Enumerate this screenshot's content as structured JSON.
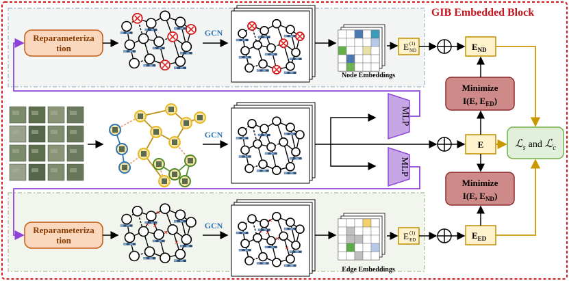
{
  "block_title": "GIB Embedded Block",
  "reparameterization_top": {
    "line1": "Reparameteriza",
    "line2": "tion"
  },
  "reparameterization_bottom": {
    "line1": "Reparameteriza",
    "line2": "tion"
  },
  "gcn_label": "GCN",
  "mlp_label": "MLP",
  "node_embeddings_caption": "Node Embeddings",
  "edge_embeddings_caption": "Edge Embeddings",
  "e_nd1": {
    "base": "E",
    "sup": "(1)",
    "sub": "ND"
  },
  "e_ed1": {
    "base": "E",
    "sup": "(1)",
    "sub": "ED"
  },
  "e_nd": {
    "base": "E",
    "sub": "ND"
  },
  "e_ed": {
    "base": "E",
    "sub": "ED"
  },
  "e_center": "E",
  "minimize_top": {
    "line1": "Minimize",
    "line2": "I(E, E",
    "sub": "ED",
    "close": ")"
  },
  "minimize_bottom": {
    "line1": "Minimize",
    "line2": "I(E, E",
    "sub": "ND",
    "close": ")"
  },
  "loss_box": {
    "l1": "ℒ",
    "s1": "s",
    "and": "and",
    "l2": "ℒ",
    "s2": "c"
  },
  "oplus": "⊕",
  "colors": {
    "block_border": "#d11b1b",
    "title": "#c4161c",
    "reparam_fill": "#f9d8bf",
    "reparam_stroke": "#c55a11",
    "gcn": "#2e75b6",
    "mlp_fill": "#c7a6e6",
    "mlp_stroke": "#8f43d9",
    "minimize_fill": "#ce8a88",
    "minimize_stroke": "#8d2b2b",
    "emb_fill": "#fff2cc",
    "emb_stroke": "#bf9000",
    "loss_fill": "#e2efda",
    "loss_stroke": "#70ad47",
    "purple_line": "#8f43d9",
    "gold_line": "#c99700"
  }
}
